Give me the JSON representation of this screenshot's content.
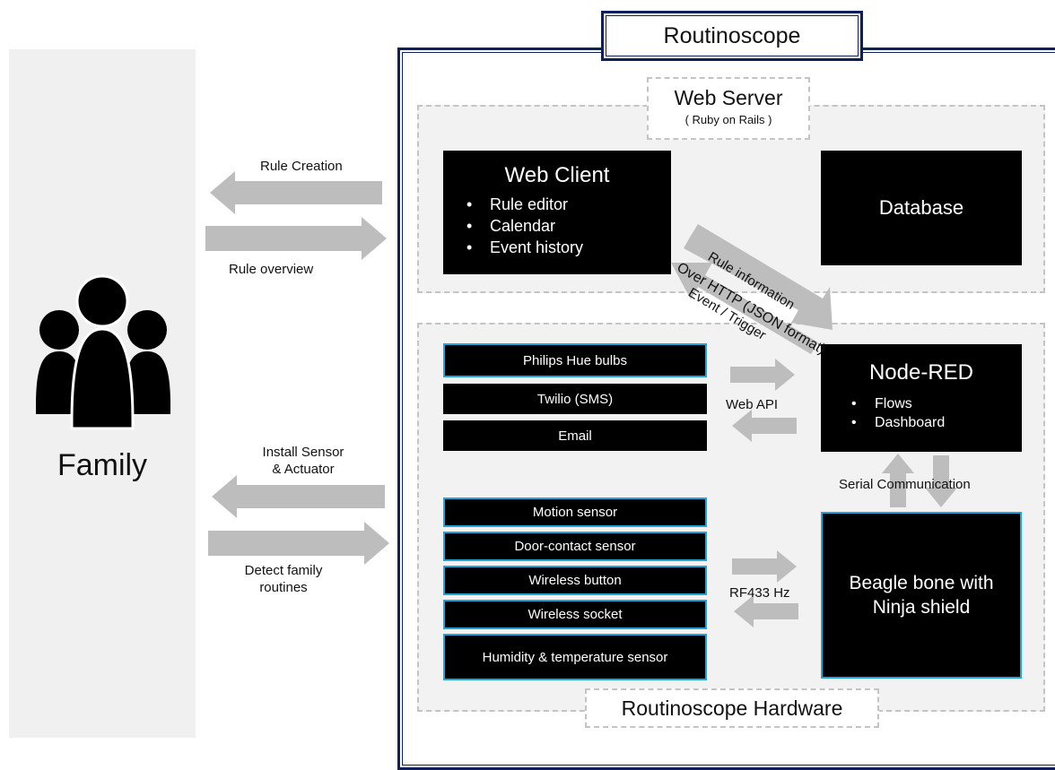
{
  "title": "Routinoscope",
  "family": {
    "label": "Family"
  },
  "web_server": {
    "title": "Web Server",
    "subtitle": "( Ruby on Rails )"
  },
  "web_client": {
    "title": "Web Client",
    "items": [
      "Rule editor",
      "Calendar",
      "Event history"
    ]
  },
  "database": {
    "title": "Database"
  },
  "node_red": {
    "title": "Node-RED",
    "items": [
      "Flows",
      "Dashboard"
    ]
  },
  "beagle": {
    "line1": "Beagle bone with",
    "line2": "Ninja shield"
  },
  "hardware": {
    "title": "Routinoscope Hardware"
  },
  "services": [
    "Philips Hue bulbs",
    "Twilio (SMS)",
    "Email"
  ],
  "sensors": [
    "Motion sensor",
    "Door-contact sensor",
    "Wireless button",
    "Wireless socket",
    "Humidity & temperature sensor"
  ],
  "arrows": {
    "rule_creation": "Rule Creation",
    "rule_overview": "Rule overview",
    "install_line1": "Install Sensor",
    "install_line2": "& Actuator",
    "detect_line1": "Detect family",
    "detect_line2": "routines",
    "over_http": "Over HTTP (JSON format)",
    "rule_information": "Rule information",
    "event_trigger": "Event / Trigger",
    "web_api": "Web API",
    "serial": "Serial Communication",
    "rf": "RF433 Hz"
  },
  "colors": {
    "frame": "#0e1f5c",
    "arrow": "#bdbdbd",
    "accent": "#21a4d7"
  }
}
